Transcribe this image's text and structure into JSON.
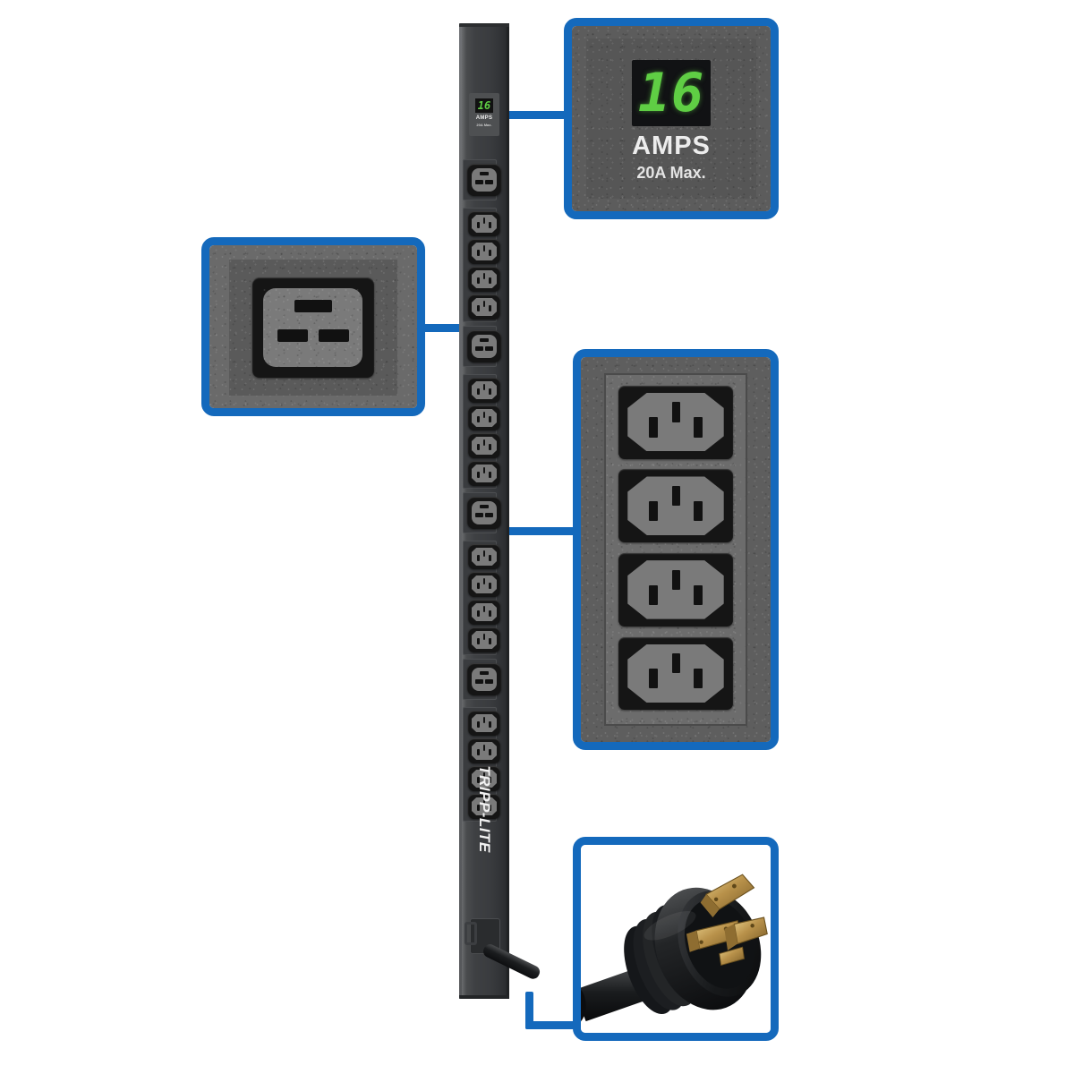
{
  "product": {
    "brand": "TRIPP-LITE",
    "type": "vertical-rack-pdu"
  },
  "ammeter": {
    "reading": "16",
    "unit_label": "AMPS",
    "max_label": "20A Max.",
    "digit_color": "#5fce44",
    "screen_color": "#111214"
  },
  "callouts": [
    {
      "name": "ammeter-callout",
      "subject": "digital-ammeter",
      "reading": "16",
      "unit_label": "AMPS",
      "max_label": "20A Max."
    },
    {
      "name": "c19-outlet-callout",
      "subject": "c19-outlet",
      "outlet_count": 1
    },
    {
      "name": "c13-outlet-callout",
      "subject": "c13-outlet-bank",
      "outlet_count": 4
    },
    {
      "name": "plug-callout",
      "subject": "twist-lock-plug",
      "plug_style": "nema-twist-lock"
    }
  ],
  "pdu": {
    "outlet_groups": 4,
    "c19_per_group": 1,
    "c13_per_group": 4,
    "total_c19": 4,
    "total_c13": 16,
    "logo_text": "TRIPP-LITE",
    "has_cord_entry": true,
    "has_strain_relief": true
  },
  "colors": {
    "callout_border": "#1469bc",
    "leader_line": "#1469bc",
    "background": "#ffffff",
    "chassis_dark": "#3a3c3f",
    "outlet_black": "#151515",
    "outlet_face": "#7a7a7a"
  }
}
